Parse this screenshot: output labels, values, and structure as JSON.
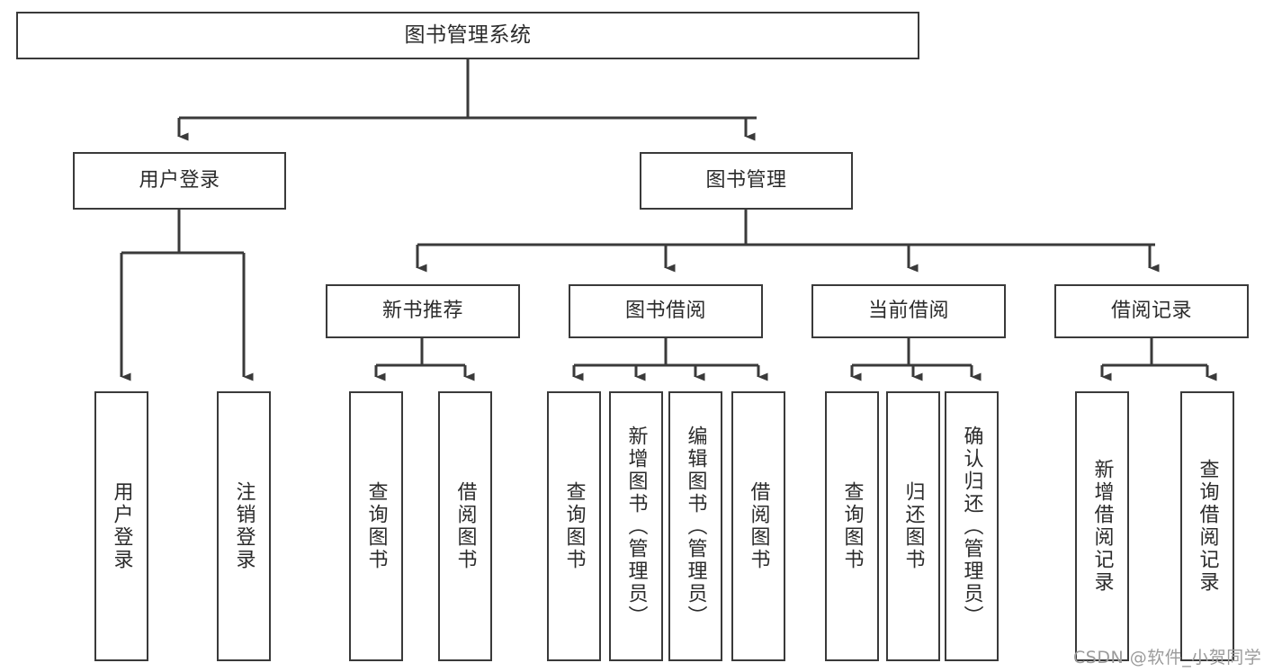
{
  "diagram": {
    "title": "图书管理系统",
    "type": "hierarchy-tree",
    "watermark": "CSDN @软件_小贺同学",
    "colors": {
      "border": "#3a3a3a",
      "text": "#2b2b2b",
      "connector": "#3a3a3a",
      "background": "#ffffff",
      "watermark": "#9b9b9b"
    },
    "root": {
      "label": "图书管理系统"
    },
    "level2": [
      {
        "label": "用户登录"
      },
      {
        "label": "图书管理"
      }
    ],
    "level3": [
      {
        "label": "新书推荐"
      },
      {
        "label": "图书借阅"
      },
      {
        "label": "当前借阅"
      },
      {
        "label": "借阅记录"
      }
    ],
    "leaves": {
      "user_login": [
        {
          "label": "用户登录"
        },
        {
          "label": "注销登录"
        }
      ],
      "new_book_recommend": [
        {
          "label": "查询图书"
        },
        {
          "label": "借阅图书"
        }
      ],
      "book_borrow": [
        {
          "label": "查询图书"
        },
        {
          "label": "新增图书（管理员）"
        },
        {
          "label": "编辑图书（管理员）"
        },
        {
          "label": "借阅图书"
        }
      ],
      "current_borrow": [
        {
          "label": "查询图书"
        },
        {
          "label": "归还图书"
        },
        {
          "label": "确认归还（管理员）"
        }
      ],
      "borrow_record": [
        {
          "label": "新增借阅记录"
        },
        {
          "label": "查询借阅记录"
        }
      ]
    }
  }
}
